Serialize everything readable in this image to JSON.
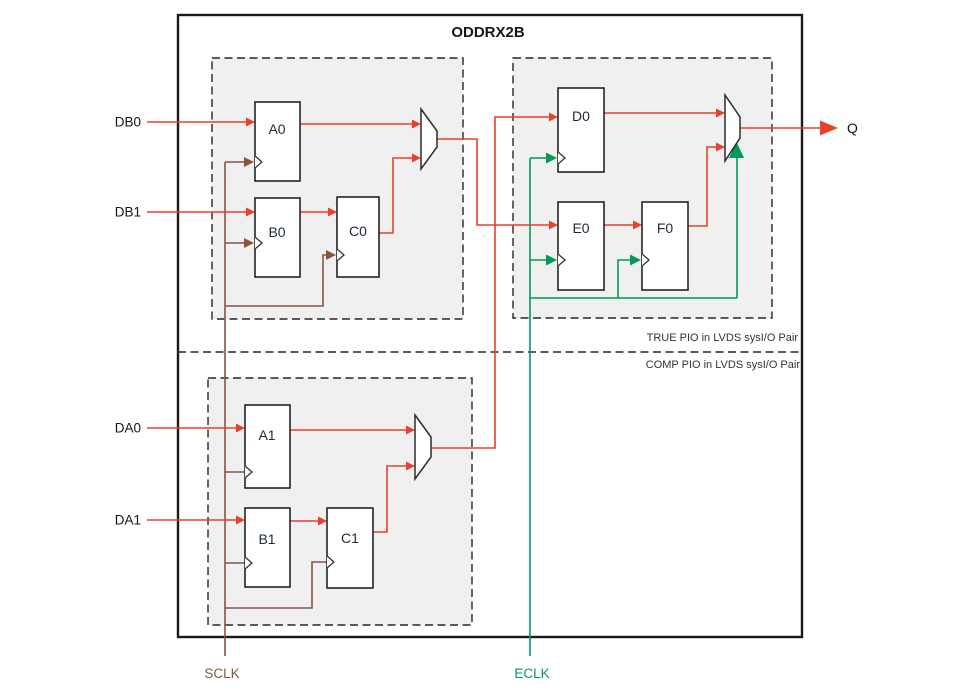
{
  "title": "ODDRX2B",
  "colors": {
    "data_path": "#e8402c",
    "sclk_path": "#8a5342",
    "eclk_path": "#009b56",
    "region_fill": "#f0f0f0",
    "outline": "#1a1a1a"
  },
  "inputs": {
    "db0": "DB0",
    "db1": "DB1",
    "da0": "DA0",
    "da1": "DA1"
  },
  "output": {
    "q": "Q"
  },
  "clocks": {
    "sclk": "SCLK",
    "eclk": "ECLK"
  },
  "regions": {
    "true_pio": "TRUE PIO in LVDS sysI/O Pair",
    "comp_pio": "COMP PIO in LVDS sysI/O Pair"
  },
  "flipflops": {
    "a0": "A0",
    "b0": "B0",
    "c0": "C0",
    "d0": "D0",
    "e0": "E0",
    "f0": "F0",
    "a1": "A1",
    "b1": "B1",
    "c1": "C1"
  }
}
